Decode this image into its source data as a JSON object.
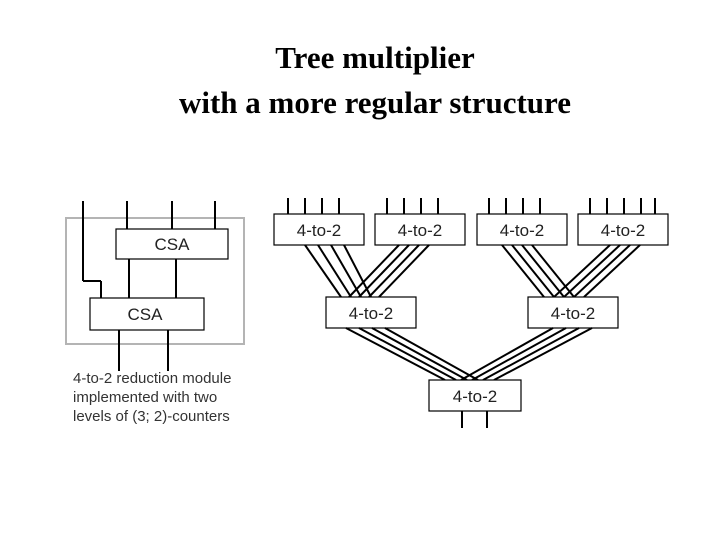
{
  "title": {
    "line1": "Tree multiplier",
    "line2": "with a more regular structure"
  },
  "module_detail": {
    "csa_top_label": "CSA",
    "csa_bottom_label": "CSA",
    "caption_lines": [
      "4-to-2 reduction module",
      "implemented with two",
      "levels of (3; 2)-counters"
    ]
  },
  "tree": {
    "level1_labels": [
      "4-to-2",
      "4-to-2",
      "4-to-2",
      "4-to-2"
    ],
    "level2_labels": [
      "4-to-2",
      "4-to-2"
    ],
    "level3_labels": [
      "4-to-2"
    ]
  }
}
